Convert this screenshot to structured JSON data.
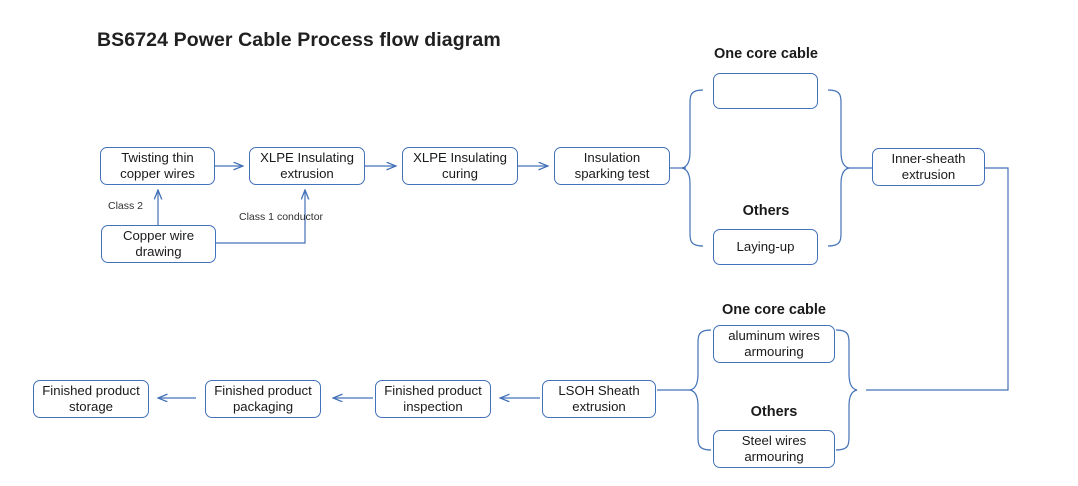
{
  "diagram": {
    "title": "BS6724 Power Cable Process flow diagram",
    "accent_color": "#4472b8",
    "arrow_color": "#3b63ad",
    "text_color": "#1a1a1a",
    "background": "#ffffff"
  },
  "nodes": {
    "twisting": "Twisting thin copper wires",
    "twisting_l1": "Twisting thin",
    "twisting_l2": "copper wires",
    "copper_drawing_l1": "Copper wire",
    "copper_drawing_l2": "drawing",
    "xlpe_extrusion_l1": "XLPE Insulating",
    "xlpe_extrusion_l2": "extrusion",
    "xlpe_curing_l1": "XLPE Insulating",
    "xlpe_curing_l2": "curing",
    "sparking_l1": "Insulation",
    "sparking_l2": "sparking test",
    "laying_up": "Laying-up",
    "inner_sheath_l1": "Inner-sheath",
    "inner_sheath_l2": "extrusion",
    "aluminum_l1": "aluminum wires",
    "aluminum_l2": "armouring",
    "steel_l1": "Steel wires",
    "steel_l2": "armouring",
    "lsoh_l1": "LSOH Sheath",
    "lsoh_l2": "extrusion",
    "inspection_l1": "Finished product",
    "inspection_l2": "inspection",
    "packaging_l1": "Finished product",
    "packaging_l2": "packaging",
    "storage_l1": "Finished product",
    "storage_l2": "storage"
  },
  "branch_labels": {
    "top_one_core": "One core cable",
    "top_others": "Others",
    "bottom_one_core": "One core cable",
    "bottom_others": "Others"
  },
  "edge_labels": {
    "class2": "Class 2",
    "class1_l1": "Class 1",
    "class1_l2": "conductor"
  }
}
